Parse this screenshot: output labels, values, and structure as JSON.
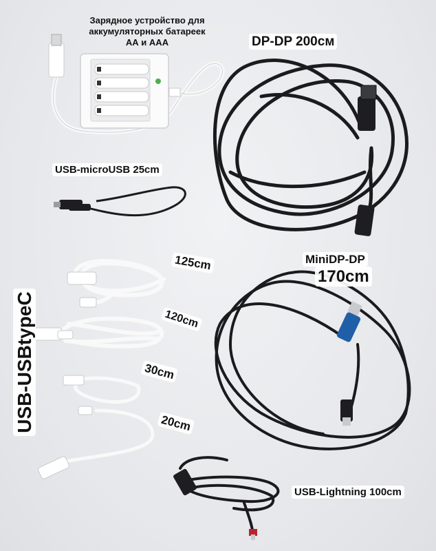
{
  "labels": {
    "charger_line1": "Зарядное устройство для",
    "charger_line2": "аккумуляторных батареек",
    "charger_line3": "АА и ААА",
    "dp_dp": "DP-DP 200см",
    "usb_micro": "USB-microUSB 25cm",
    "minidp_line1": "MiniDP-DP",
    "minidp_line2": "170cm",
    "len_125": "125cm",
    "len_120": "120cm",
    "len_30": "30cm",
    "len_20": "20cm",
    "usb_typec": "USB-USBtypeC",
    "usb_lightning": "USB-Lightning 100cm"
  },
  "colors": {
    "background": "#e8e9eb",
    "cable_black": "#1a1a1c",
    "cable_white": "#f7f7f7",
    "connector_blue": "#1f5fa8",
    "charger_green": "#4caf50"
  },
  "icons": {
    "charger": "battery-charger-icon",
    "dp_plug": "displayport-plug-icon",
    "usb_plug": "usb-a-plug-icon"
  }
}
